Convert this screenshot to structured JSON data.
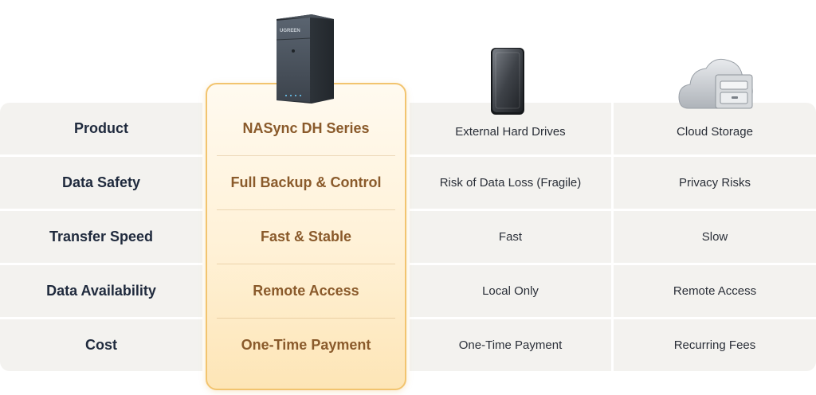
{
  "rows": [
    {
      "label": "Product",
      "featured": "NASync DH Series",
      "external": "External Hard Drives",
      "cloud": "Cloud Storage"
    },
    {
      "label": "Data Safety",
      "featured": "Full Backup & Control",
      "external": "Risk of Data Loss (Fragile)",
      "cloud": "Privacy Risks"
    },
    {
      "label": "Transfer Speed",
      "featured": "Fast & Stable",
      "external": "Fast",
      "cloud": "Slow"
    },
    {
      "label": "Data Availability",
      "featured": "Remote Access",
      "external": "Local Only",
      "cloud": "Remote Access"
    },
    {
      "label": "Cost",
      "featured": "One-Time Payment",
      "external": "One-Time Payment",
      "cloud": "Recurring Fees"
    }
  ],
  "images": {
    "nas_logo_text": "UGREEN",
    "featured_image": "nas-device-icon",
    "external_image": "external-hard-drive-icon",
    "cloud_image": "cloud-storage-icon"
  },
  "colors": {
    "featured_text": "#8a5a2b",
    "featured_border": "#f2c46f",
    "label_text": "#1f2a3d",
    "cell_bg": "#f3f2ef"
  }
}
